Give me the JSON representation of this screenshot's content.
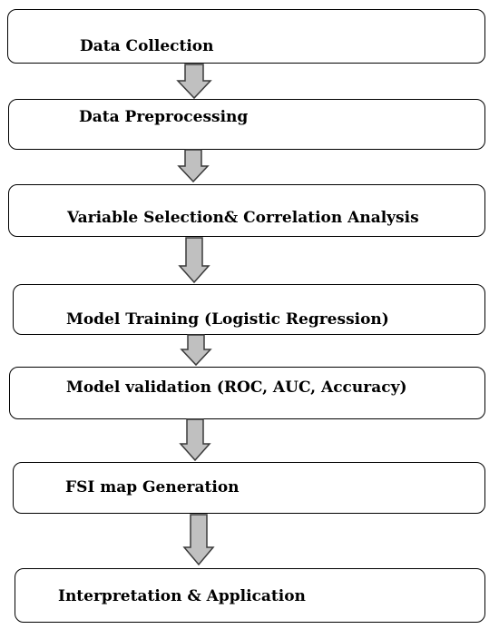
{
  "diagram": {
    "steps": [
      {
        "label": "Data Collection"
      },
      {
        "label": "Data Preprocessing"
      },
      {
        "label": "Variable Selection& Correlation Analysis"
      },
      {
        "label": "Model Training (Logistic Regression)"
      },
      {
        "label": "Model validation (ROC, AUC, Accuracy)"
      },
      {
        "label": "FSI map Generation"
      },
      {
        "label": "Interpretation & Application"
      }
    ],
    "colors": {
      "box_border": "#000000",
      "box_fill": "#ffffff",
      "arrow_fill": "#c0c0c0",
      "arrow_stroke": "#3a3a3a",
      "text": "#000000"
    }
  }
}
